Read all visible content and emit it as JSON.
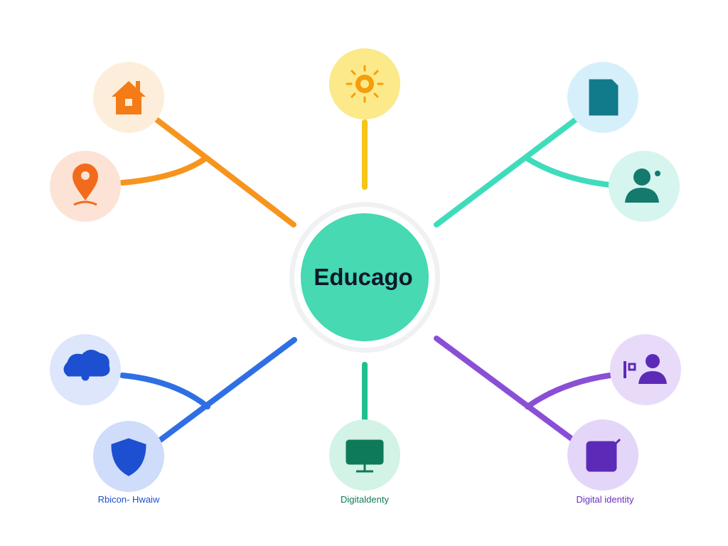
{
  "hub": {
    "label": "Educago",
    "color": "#46d9b2",
    "ring_color": "#f0f1f3"
  },
  "branches": [
    {
      "id": "top-left",
      "color": "#f7941d"
    },
    {
      "id": "top",
      "color": "#f5c518"
    },
    {
      "id": "top-right",
      "color": "#3fdcbc"
    },
    {
      "id": "bottom-left",
      "color": "#2f6fe4"
    },
    {
      "id": "bottom",
      "color": "#1fbf8f"
    },
    {
      "id": "bottom-right",
      "color": "#8a4fd6"
    }
  ],
  "nodes": [
    {
      "id": "home",
      "icon": "home-icon",
      "bg": "#fdeedb",
      "color": "#f47b16"
    },
    {
      "id": "location",
      "icon": "map-pin-icon",
      "bg": "#fde3d6",
      "color": "#f26b1d"
    },
    {
      "id": "sun",
      "icon": "sun-icon",
      "bg": "#fbe98a",
      "color": "#f59e0b"
    },
    {
      "id": "document",
      "icon": "document-icon",
      "bg": "#d6f0fb",
      "color": "#117a8b"
    },
    {
      "id": "community",
      "icon": "people-icon",
      "bg": "#d6f5ee",
      "color": "#147a6e"
    },
    {
      "id": "cloud",
      "icon": "cloud-network-icon",
      "bg": "#dde6fb",
      "color": "#1d4fd1"
    },
    {
      "id": "security",
      "icon": "shield-icon",
      "bg": "#cfdcfa",
      "color": "#1d4fd1"
    },
    {
      "id": "monitor",
      "icon": "monitor-check-icon",
      "bg": "#d2f3e5",
      "color": "#0f7a5a"
    },
    {
      "id": "profile",
      "icon": "id-person-icon",
      "bg": "#e8dbf9",
      "color": "#5b2bb8"
    },
    {
      "id": "edit",
      "icon": "edit-target-icon",
      "bg": "#e4d6f8",
      "color": "#5b2bb8"
    }
  ],
  "labels": {
    "bottom_left": {
      "text": "Rbicon- Hwaiw",
      "color": "#1d4fd1"
    },
    "bottom_center": {
      "text": "Digitaldenty",
      "color": "#0f7a5a"
    },
    "bottom_right": {
      "text": "Digital identity",
      "color": "#6b2fc0"
    }
  }
}
